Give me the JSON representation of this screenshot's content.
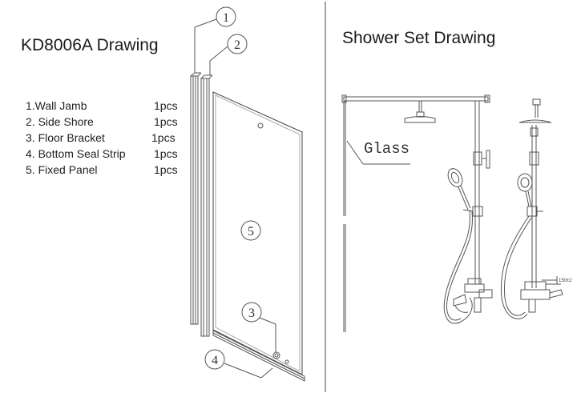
{
  "left": {
    "title": "KD8006A Drawing",
    "parts": [
      {
        "name": "1.Wall Jamb",
        "qty": "1pcs"
      },
      {
        "name": "2. Side Shore",
        "qty": "1pcs"
      },
      {
        "name": "3. Floor Bracket",
        "qty": "1pcs"
      },
      {
        "name": "4. Bottom Seal Strip",
        "qty": "1pcs"
      },
      {
        "name": "5. Fixed Panel",
        "qty": "1pcs"
      }
    ],
    "callouts": [
      "1",
      "2",
      "3",
      "4",
      "5"
    ]
  },
  "right": {
    "title": "Shower Set Drawing",
    "glass_label": "Glass",
    "dimension_note": "150±2"
  }
}
